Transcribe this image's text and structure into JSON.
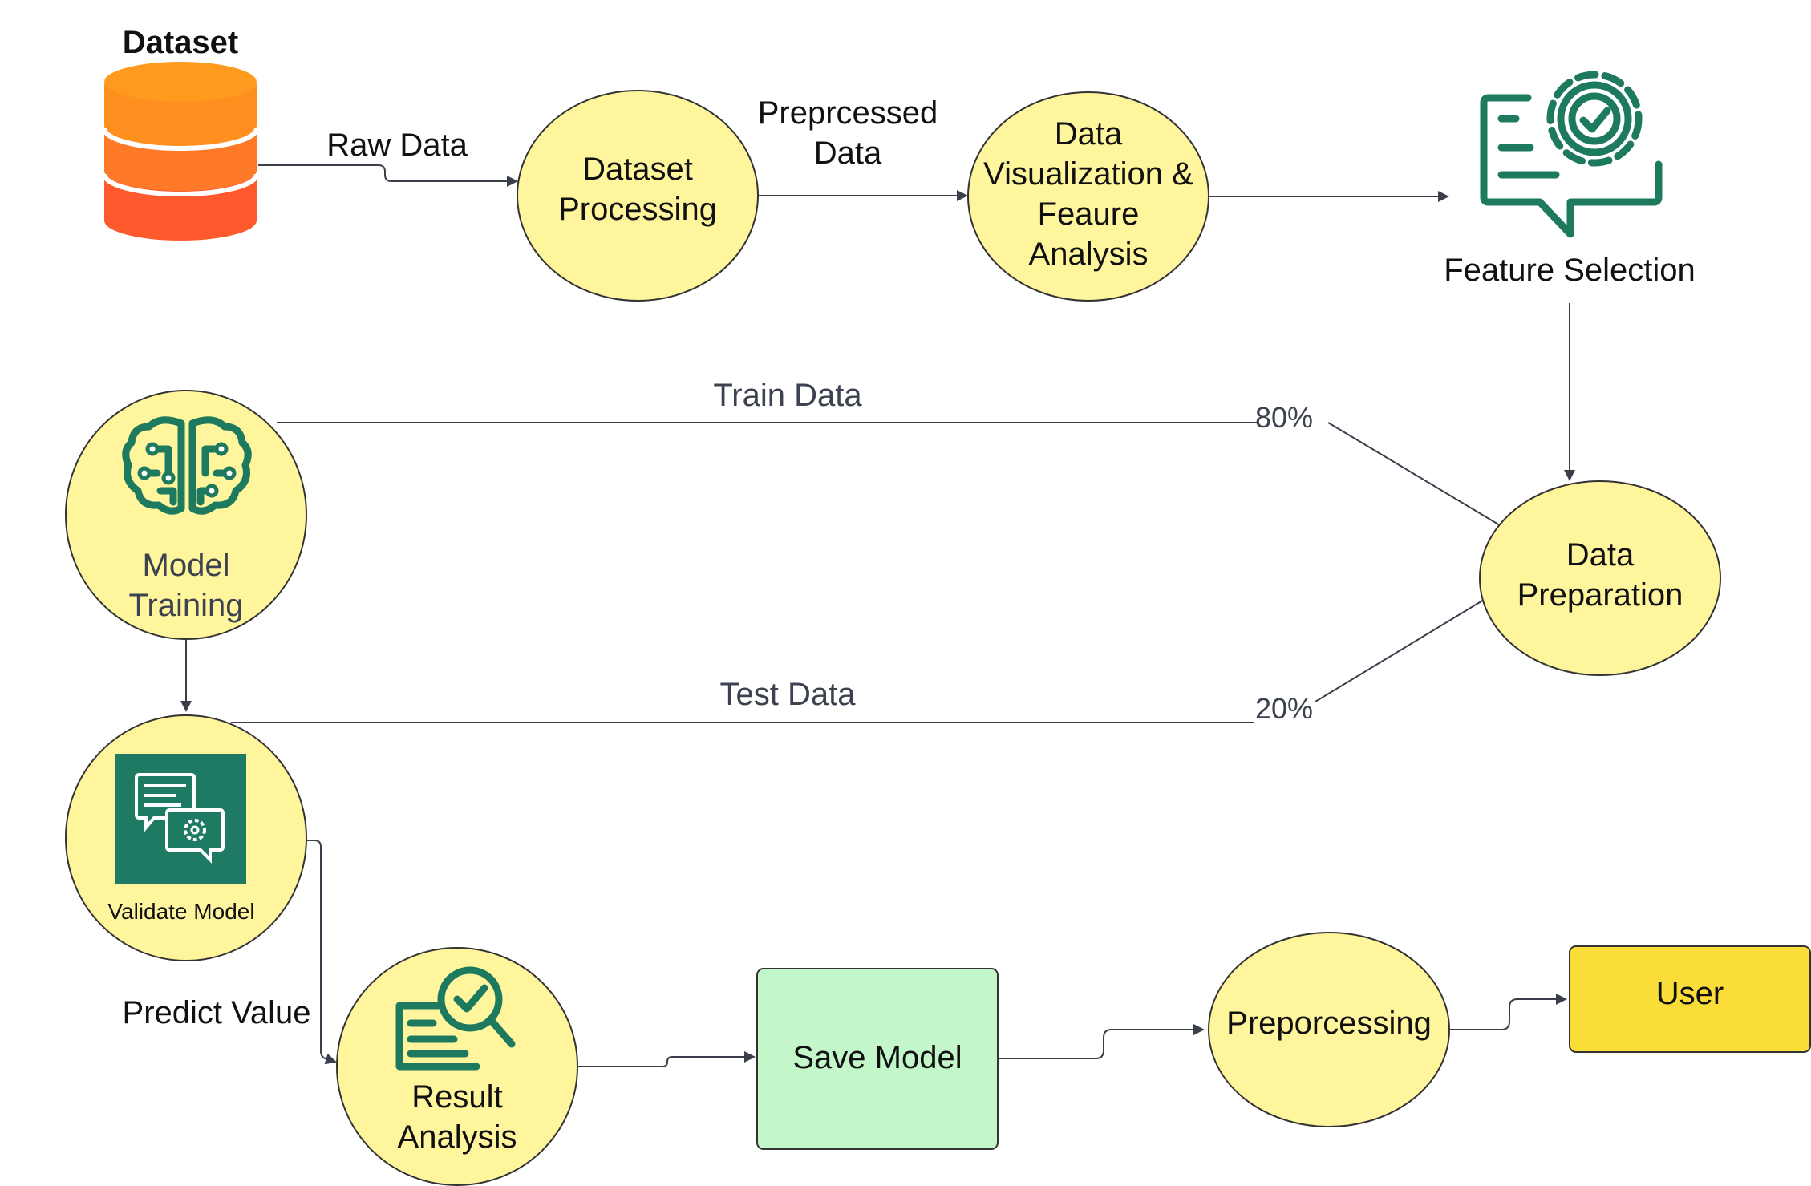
{
  "dataset": {
    "title": "Dataset"
  },
  "edges": {
    "raw_data": "Raw Data",
    "preprocessed_line1": "Preprcessed",
    "preprocessed_line2": "Data",
    "train_data": "Train Data",
    "test_data": "Test Data",
    "train_pct": "80%",
    "test_pct": "20%",
    "predict_value": "Predict Value"
  },
  "nodes": {
    "dataset_processing": [
      "Dataset",
      "Processing"
    ],
    "data_visualization": [
      "Data",
      "Visualization &",
      "Feaure",
      "Analysis"
    ],
    "feature_selection": "Feature Selection",
    "data_preparation": [
      "Data",
      "Preparation"
    ],
    "model_training": [
      "Model",
      "Training"
    ],
    "validate_model": "Validate Model",
    "result_analysis": [
      "Result",
      "Analysis"
    ],
    "save_model": "Save Model",
    "preporcessing": "Preporcessing",
    "user": "User"
  },
  "colors": {
    "node_yellow": "#fff59d",
    "icon_green": "#1d7a5f",
    "save_green": "#c3f7c9",
    "user_yellow": "#fbdd3a",
    "db_orange_top": "#ff9a1f",
    "db_orange_bottom": "#ff5a2e"
  }
}
